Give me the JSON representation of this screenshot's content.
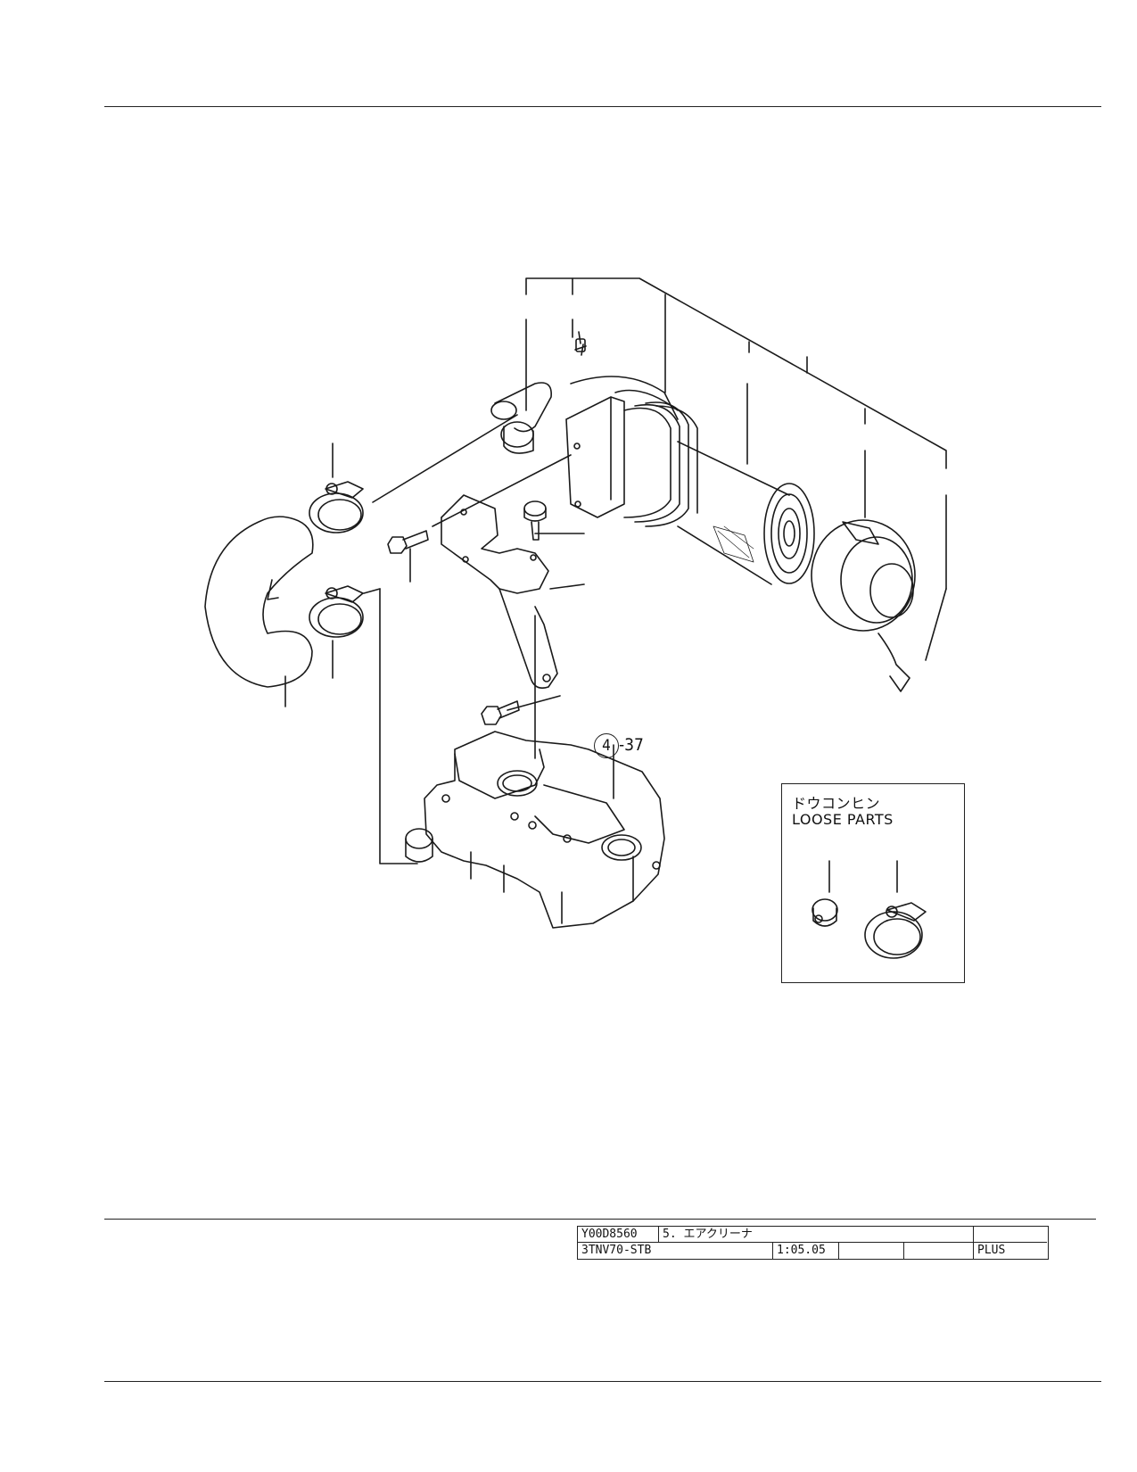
{
  "callout": {
    "ref": "4",
    "suffix": "-37"
  },
  "loose_parts": {
    "label_jp": "ドウコンヒン",
    "label_en": "LOOSE PARTS"
  },
  "title_block": {
    "doc_number": "Y00D8560",
    "section": "5. エアクリーナ",
    "model": "3TNV70-STB",
    "revision": "1:05.05",
    "tag": "PLUS"
  }
}
